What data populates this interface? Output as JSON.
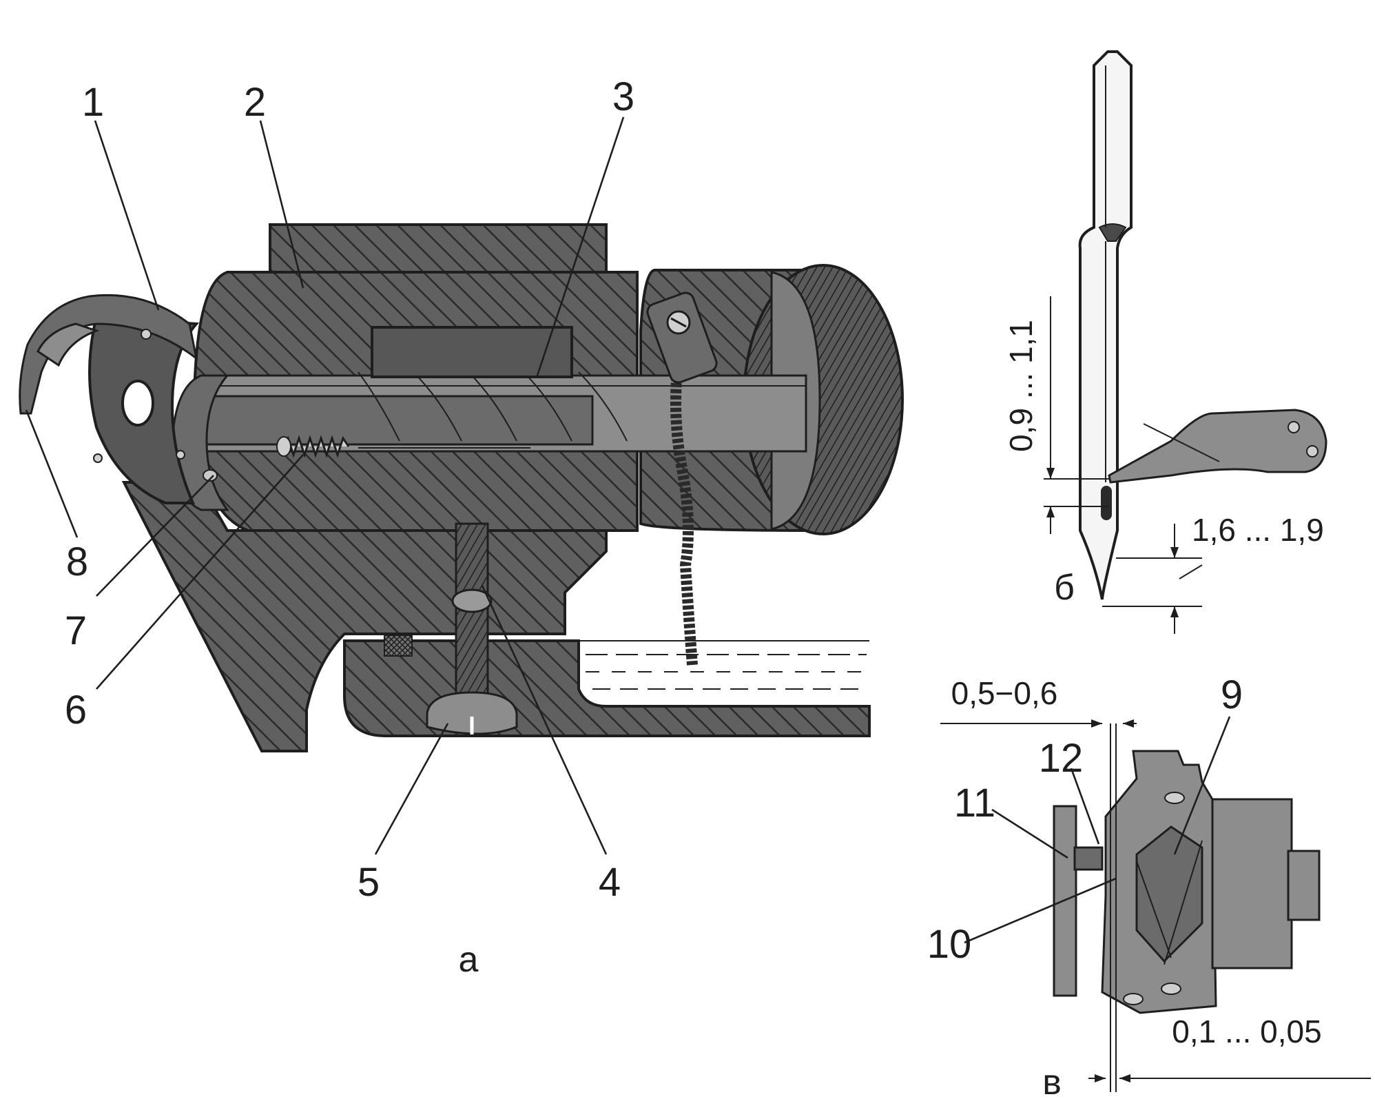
{
  "diagram": {
    "main_view": {
      "view_label": "а",
      "part_labels": {
        "p1": "1",
        "p2": "2",
        "p3": "3",
        "p4": "4",
        "p5": "5",
        "p6": "6",
        "p7": "7",
        "p8": "8"
      }
    },
    "needle_view": {
      "view_label": "б",
      "dimensions": {
        "eye_gap": "0,9 ... 1,1",
        "tip_gap": "1,6 ... 1,9"
      }
    },
    "hook_view": {
      "view_label": "в",
      "part_labels": {
        "p9": "9",
        "p10": "10",
        "p11": "11",
        "p12": "12"
      },
      "dimensions": {
        "top_gap": "0,5−0,6",
        "bottom_gap": "0,1 ... 0,05"
      }
    }
  }
}
